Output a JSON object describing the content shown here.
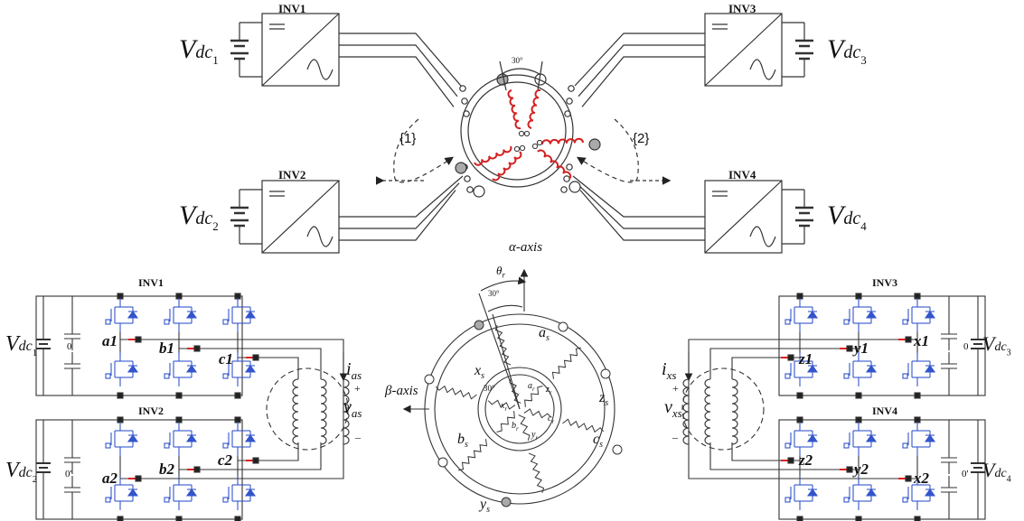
{
  "colors": {
    "line": "#333333",
    "igbt": "#3355cc",
    "coil_red": "#d42020",
    "ring_gray": "#999999",
    "tick_red": "#e02020"
  },
  "top": {
    "inv1": "INV1",
    "inv2": "INV2",
    "inv3": "INV3",
    "inv4": "INV4",
    "vdc1": {
      "main": "V",
      "sub": "dc",
      "idx": "1"
    },
    "vdc2": {
      "main": "V",
      "sub": "dc",
      "idx": "2"
    },
    "vdc3": {
      "main": "V",
      "sub": "dc",
      "idx": "3"
    },
    "vdc4": {
      "main": "V",
      "sub": "dc",
      "idx": "4"
    },
    "angle": "30°",
    "region1": "{1}",
    "region2": "{2}"
  },
  "bottom": {
    "inv1": "INV1",
    "inv2": "INV2",
    "inv3": "INV3",
    "inv4": "INV4",
    "legs_left_top": [
      "a1",
      "b1",
      "c1"
    ],
    "legs_left_bottom": [
      "a2",
      "b2",
      "c2"
    ],
    "legs_right_top": [
      "z1",
      "y1",
      "x1"
    ],
    "legs_right_bottom": [
      "z2",
      "y2",
      "x2"
    ],
    "zero_left_top": "0",
    "zero_left_bottom": "0'",
    "zero_right_top": "0",
    "zero_right_bottom": "0'",
    "i_as": "i",
    "i_as_sub": "as",
    "v_as": "v",
    "v_as_sub": "as",
    "i_xs": "i",
    "i_xs_sub": "xs",
    "v_xs": "v",
    "v_xs_sub": "xs",
    "plus": "+",
    "minus": "–"
  },
  "machine": {
    "alpha_axis": "α-axis",
    "beta_axis": "β-axis",
    "theta": "θ",
    "theta_sub": "r",
    "angle_top": "30°",
    "angle_inner": "30°",
    "xs": "x",
    "xs_sub": "s",
    "as": "a",
    "as_sub": "s",
    "bs": "b",
    "bs_sub": "s",
    "cs": "c",
    "cs_sub": "s",
    "ys": "y",
    "ys_sub": "s",
    "zs": "z",
    "zs_sub": "s",
    "ar": "a",
    "br": "b",
    "cr": "c",
    "xr": "x",
    "yr": "y",
    "zr": "z",
    "r_sub": "r"
  }
}
